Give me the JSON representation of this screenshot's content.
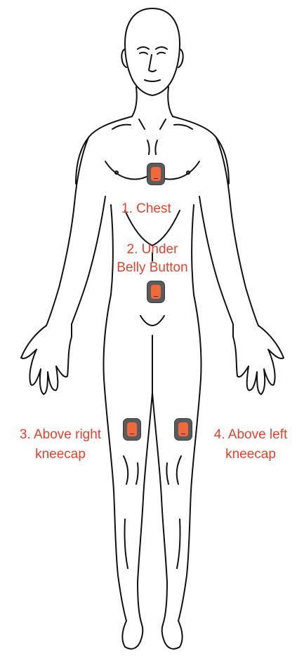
{
  "labels": {
    "chest": "1. Chest",
    "belly_line1": "2. Under",
    "belly_line2": "Belly Button",
    "right_knee_line1": "3. Above right",
    "right_knee_line2": "kneecap",
    "left_knee_line1": "4. Above left",
    "left_knee_line2": "kneecap"
  },
  "colors": {
    "label_text": "#e8402a",
    "sensor_body": "#5b5b5b",
    "sensor_face": "#f26a3c",
    "outline": "#111111"
  },
  "sensors": [
    {
      "site": "chest"
    },
    {
      "site": "belly"
    },
    {
      "site": "right-knee"
    },
    {
      "site": "left-knee"
    }
  ]
}
